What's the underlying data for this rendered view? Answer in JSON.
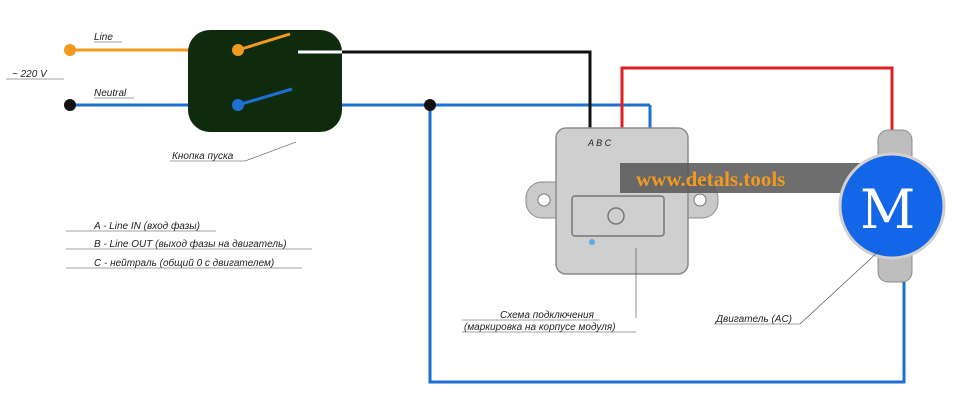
{
  "labels": {
    "line": "Line",
    "neutral": "Neutral",
    "voltage": "~ 220 V",
    "start_button": "Кнопка пуска",
    "scheme_line1": "Схема подключения",
    "scheme_line2": "(маркировка на корпусе модуля)",
    "motor_label": "Двигатель (AC)",
    "motor_letter": "M",
    "module_marks": "A   B   C",
    "watermark": "www.detals.tools"
  },
  "legend": [
    "A - Line IN (вход фазы)",
    "B - Line OUT (выход фазы на двигатель)",
    "C - нейтраль (общий 0 с двигателем)"
  ],
  "colors": {
    "line_wire": "#f29a1f",
    "neutral_wire": "#1e6fd1",
    "red_wire": "#e02020",
    "black_wire": "#111111",
    "switch_body": "#0e2b0e",
    "motor_fill": "#1366e8",
    "watermark_bg": "#555555"
  },
  "icons": {
    "switch": "double-pole-switch-icon",
    "module": "start-relay-module-icon",
    "motor": "ac-motor-icon"
  }
}
